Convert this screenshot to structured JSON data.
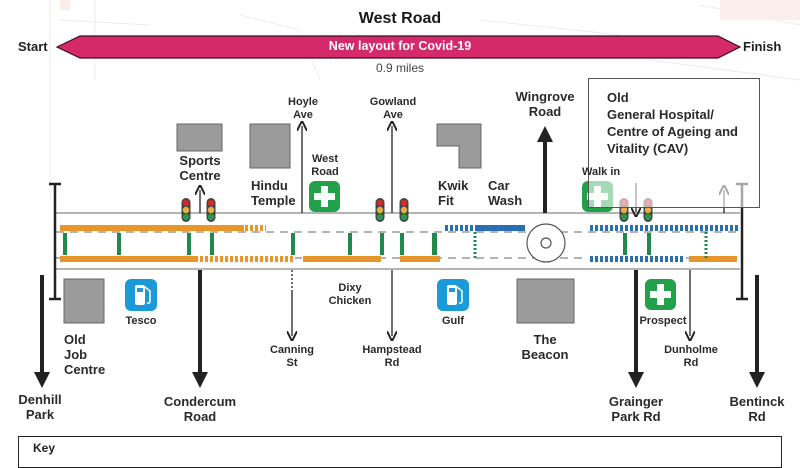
{
  "title": "West Road",
  "banner": {
    "text": "New layout for Covid-19",
    "start_label": "Start",
    "finish_label": "Finish",
    "distance": "0.9 miles",
    "color": "#d42a6a"
  },
  "colors": {
    "cycle_lane_orange": "#e8962a",
    "cycle_lane_blue": "#2a6fb0",
    "green_bar": "#1f8a4c",
    "building_grey": "#9b9b9b",
    "medical_green": "#22a04a",
    "fuel_blue": "#1a9ad6"
  },
  "north_labels": {
    "hoyle_ave": "Hoyle\nAve",
    "gowland_ave": "Gowland\nAve",
    "wingrove_road": "Wingrove\nRoad",
    "sports_centre": "Sports\nCentre",
    "hindu_temple": "Hindu\nTemple",
    "west_road_medical": "West\nRoad",
    "kwik_fit": "Kwik\nFit",
    "car_wash": "Car\nWash",
    "walk_in": "Walk in",
    "hospital": "Old\nGeneral Hospital/\nCentre of Ageing and\nVitality (CAV)"
  },
  "south_labels": {
    "denhill_park": "Denhill\nPark",
    "old_job_centre": "Old\nJob\nCentre",
    "tesco": "Tesco",
    "condercum_road": "Condercum\nRoad",
    "canning_st": "Canning\nSt",
    "dixy_chicken": "Dixy\nChicken",
    "hampstead_rd": "Hampstead\nRd",
    "gulf": "Gulf",
    "the_beacon": "The\nBeacon",
    "grainger_park_rd": "Grainger\nPark Rd",
    "prospect": "Prospect",
    "dunholme_rd": "Dunholme\nRd",
    "bentinck_rd": "Bentinck\nRd"
  },
  "key": {
    "title": "Key"
  }
}
